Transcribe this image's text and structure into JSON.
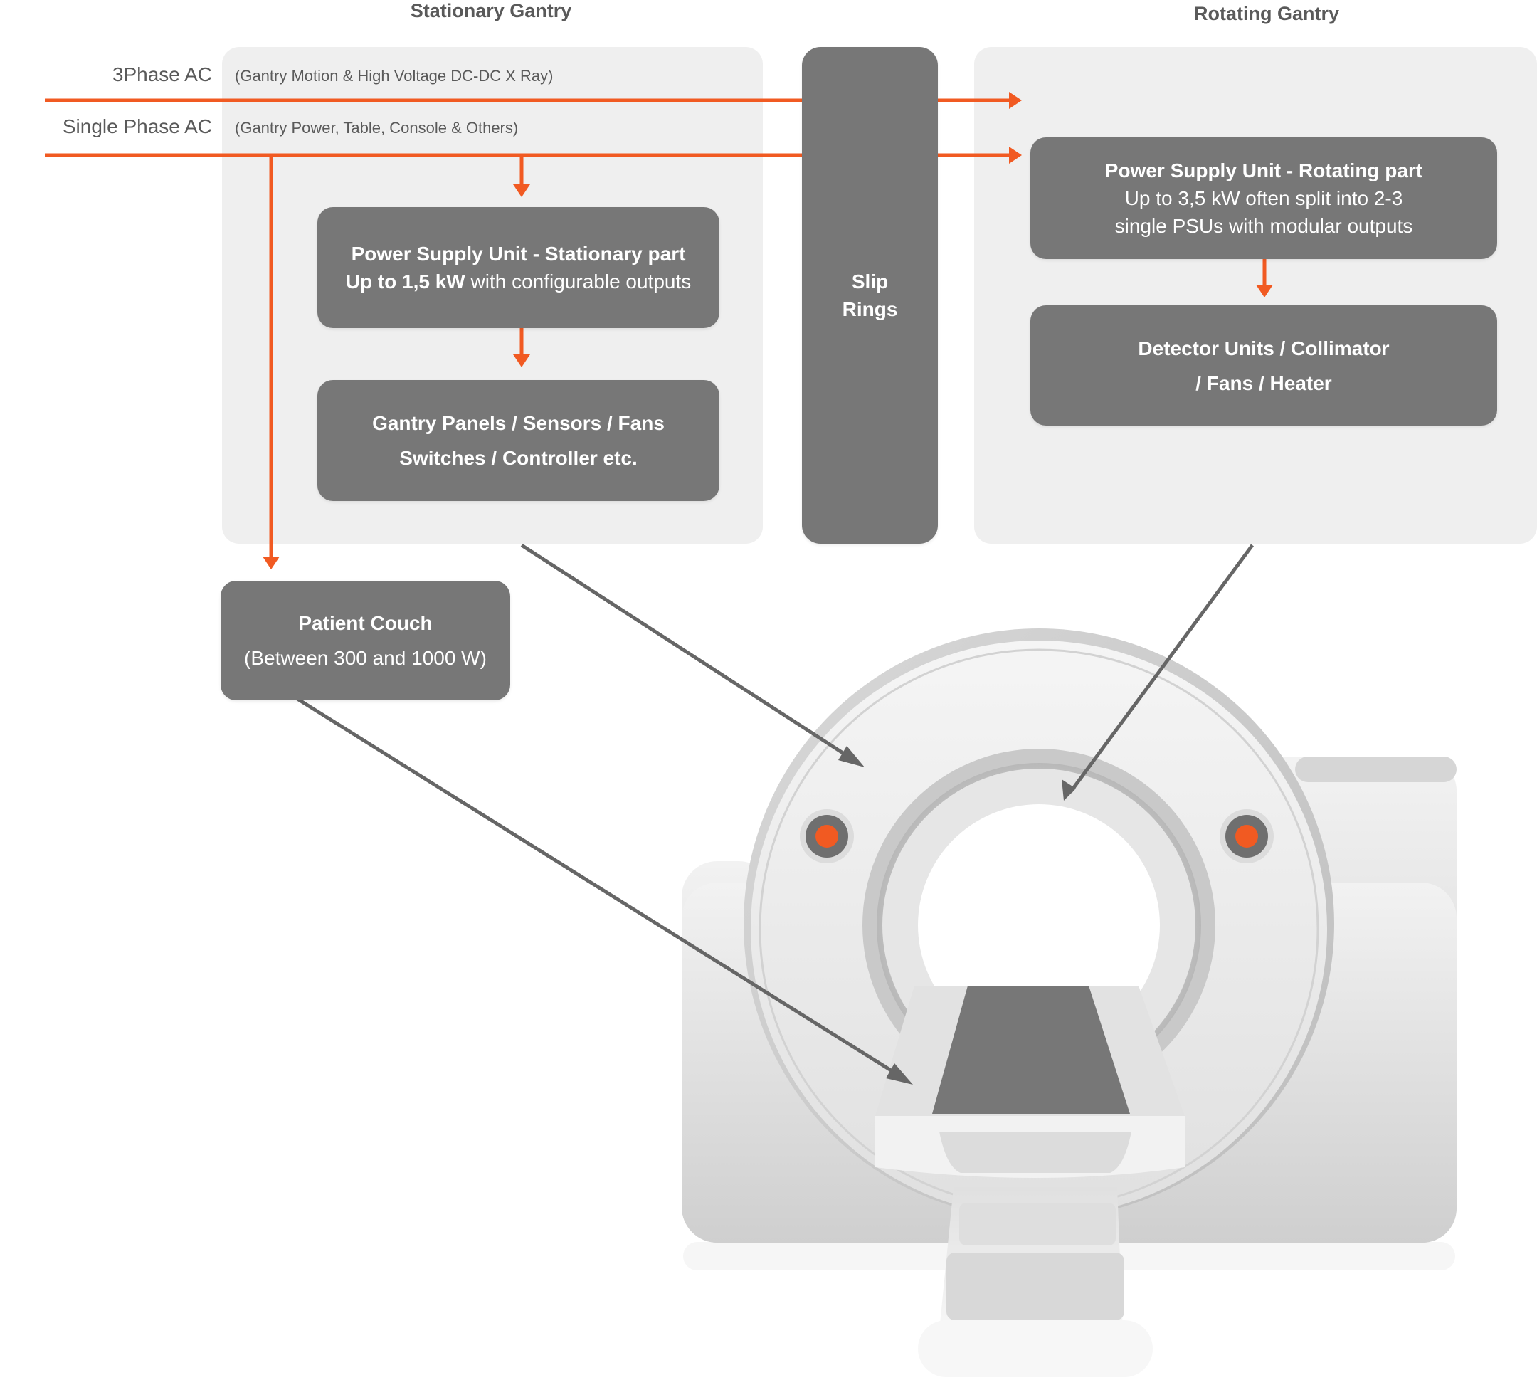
{
  "headings": {
    "stationary": "Stationary Gantry",
    "rotating": "Rotating Gantry"
  },
  "inputs": [
    {
      "label": "3Phase AC",
      "note": "(Gantry Motion & High Voltage DC-DC X Ray)"
    },
    {
      "label": "Single Phase AC",
      "note": "(Gantry Power, Table, Console & Others)"
    }
  ],
  "boxes": {
    "psu_stationary": {
      "line1": "Power Supply Unit - Stationary part",
      "line2_bold": "Up to 1,5 kW",
      "line2_rest": " with configurable outputs"
    },
    "gantry_panels": {
      "line1": "Gantry Panels / Sensors / Fans",
      "line2": "Switches / Controller etc."
    },
    "slip_rings": {
      "line1": "Slip",
      "line2": "Rings"
    },
    "psu_rotating": {
      "line1": "Power Supply Unit - Rotating part",
      "line2": "Up to 3,5 kW often split into 2-3",
      "line3": "single PSUs with modular outputs"
    },
    "detector": {
      "line1": "Detector Units / Collimator",
      "line2": "/ Fans / Heater"
    },
    "patient_couch": {
      "line1": "Patient Couch",
      "line2": "(Between 300 and 1000 W)"
    }
  },
  "colors": {
    "power_line": "#f15a22",
    "box_fill": "#777777",
    "panel_fill": "#efefef",
    "pointer": "#666666",
    "scanner_body": "#e4e4e4",
    "scanner_light": "#d91e0a"
  }
}
